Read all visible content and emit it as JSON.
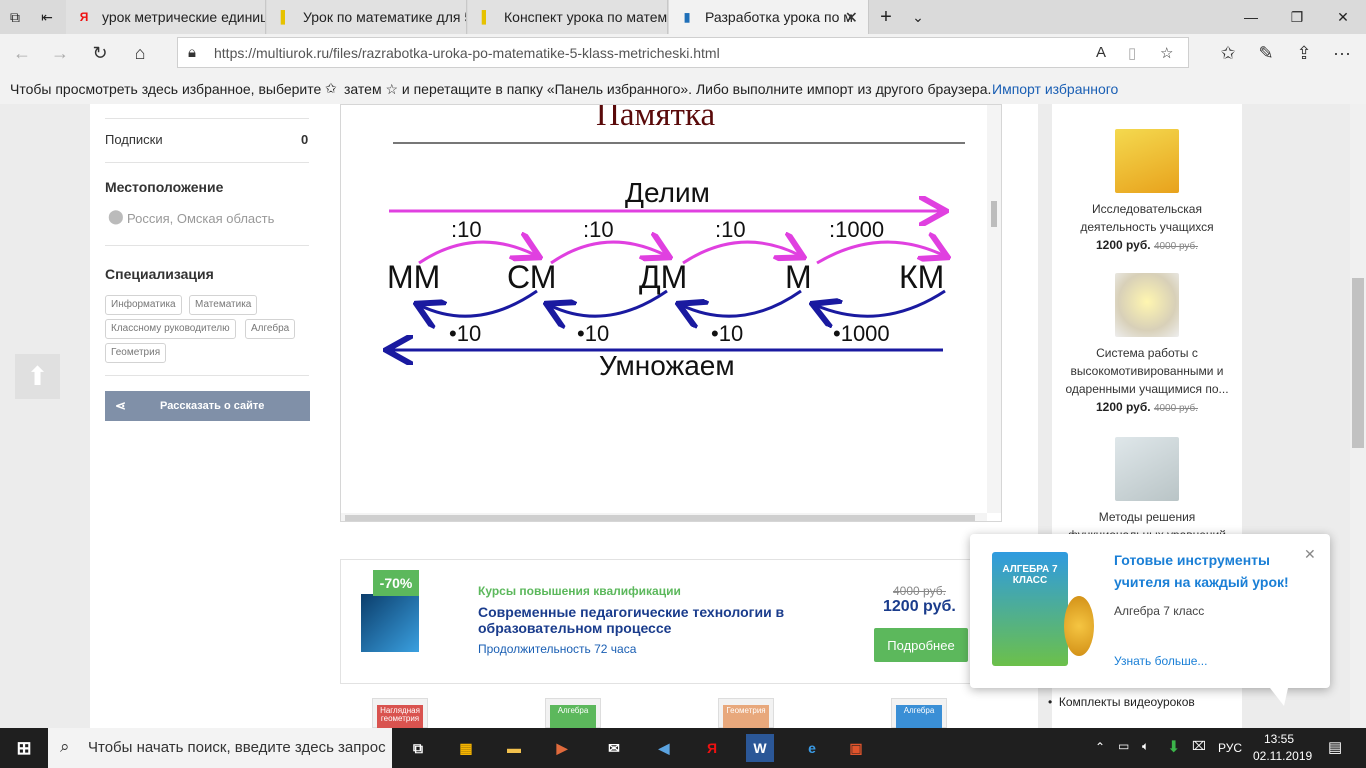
{
  "browser": {
    "tabs": [
      {
        "title": "урок метрические единиц",
        "icon": "Я"
      },
      {
        "title": "Урок по математике для 5",
        "icon": "▌"
      },
      {
        "title": "Конспект урока по матема",
        "icon": "▌"
      },
      {
        "title": "Разработка урока по м",
        "icon": "▮"
      }
    ],
    "url": "https://multiurok.ru/files/razrabotka-uroka-po-matematike-5-klass-metricheski.html",
    "favorites_hint_a": "Чтобы просмотреть здесь избранное, выберите",
    "favorites_hint_b": "затем ☆ и перетащите в папку «Панель избранного». Либо выполните импорт из другого браузера.",
    "favorites_link": "Импорт избранного"
  },
  "sidebar": {
    "subs_label": "Подписки",
    "subs_count": "0",
    "location_title": "Местоположение",
    "location_value": "Россия, Омская область",
    "spec_title": "Специализация",
    "tags": [
      "Информатика",
      "Математика",
      "Классному руководителю",
      "Алгебра",
      "Геометрия"
    ],
    "share_label": "Рассказать о сайте"
  },
  "memo": {
    "title": "Памятка",
    "divide_label": "Делим",
    "multiply_label": "Умножаем",
    "units": [
      "ММ",
      "СМ",
      "ДМ",
      "М",
      "КМ"
    ],
    "div_factors": [
      ":10",
      ":10",
      ":10",
      ":1000"
    ],
    "mul_factors": [
      "•10",
      "•10",
      "•10",
      "•1000"
    ]
  },
  "promo": {
    "discount": "-70%",
    "category": "Курсы повышения квалификации",
    "title_line1": "Современные педагогические технологии в",
    "title_line2": "образовательном процессе",
    "duration": "Продолжительность 72 часа",
    "old_price": "4000 руб.",
    "new_price": "1200 руб.",
    "button": "Подробнее"
  },
  "courses": [
    {
      "title1": "Исследовательская",
      "title2": "деятельность учащихся",
      "title3": "",
      "price": "1200 руб.",
      "old": "4000 руб."
    },
    {
      "title1": "Система работы с",
      "title2": "высокомотивированными и",
      "title3": "одаренными учащимися по...",
      "price": "1200 руб.",
      "old": "4000 руб."
    },
    {
      "title1": "Методы решения",
      "title2": "функциональных уравнений",
      "title3": "",
      "price": "",
      "old": ""
    }
  ],
  "books": [
    {
      "label": "Наглядная геометрия",
      "color": "#d9534f"
    },
    {
      "label": "Алгебра",
      "color": "#5cb85c"
    },
    {
      "label": "Геометрия",
      "color": "#e8a87c"
    },
    {
      "label": "Алгебра",
      "color": "#3a8fd6"
    }
  ],
  "popup": {
    "title_line1": "Готовые инструменты",
    "title_line2": "учителя на каждый урок!",
    "subtitle": "Алгебра 7 класс",
    "link": "Узнать больше...",
    "product_label": "АЛГЕБРА 7 КЛАСС"
  },
  "bullet_item": "Комплекты видеоуроков",
  "taskbar": {
    "search_placeholder": "Чтобы начать поиск, введите здесь запрос",
    "lang": "РУС",
    "time": "13:55",
    "date": "02.11.2019"
  },
  "colors": {
    "accent": "#0078d7",
    "promo_green": "#5cb85c",
    "link_blue": "#1a5fb4",
    "divide_magenta": "#e040e0",
    "multiply_blue": "#1a1aa0"
  }
}
